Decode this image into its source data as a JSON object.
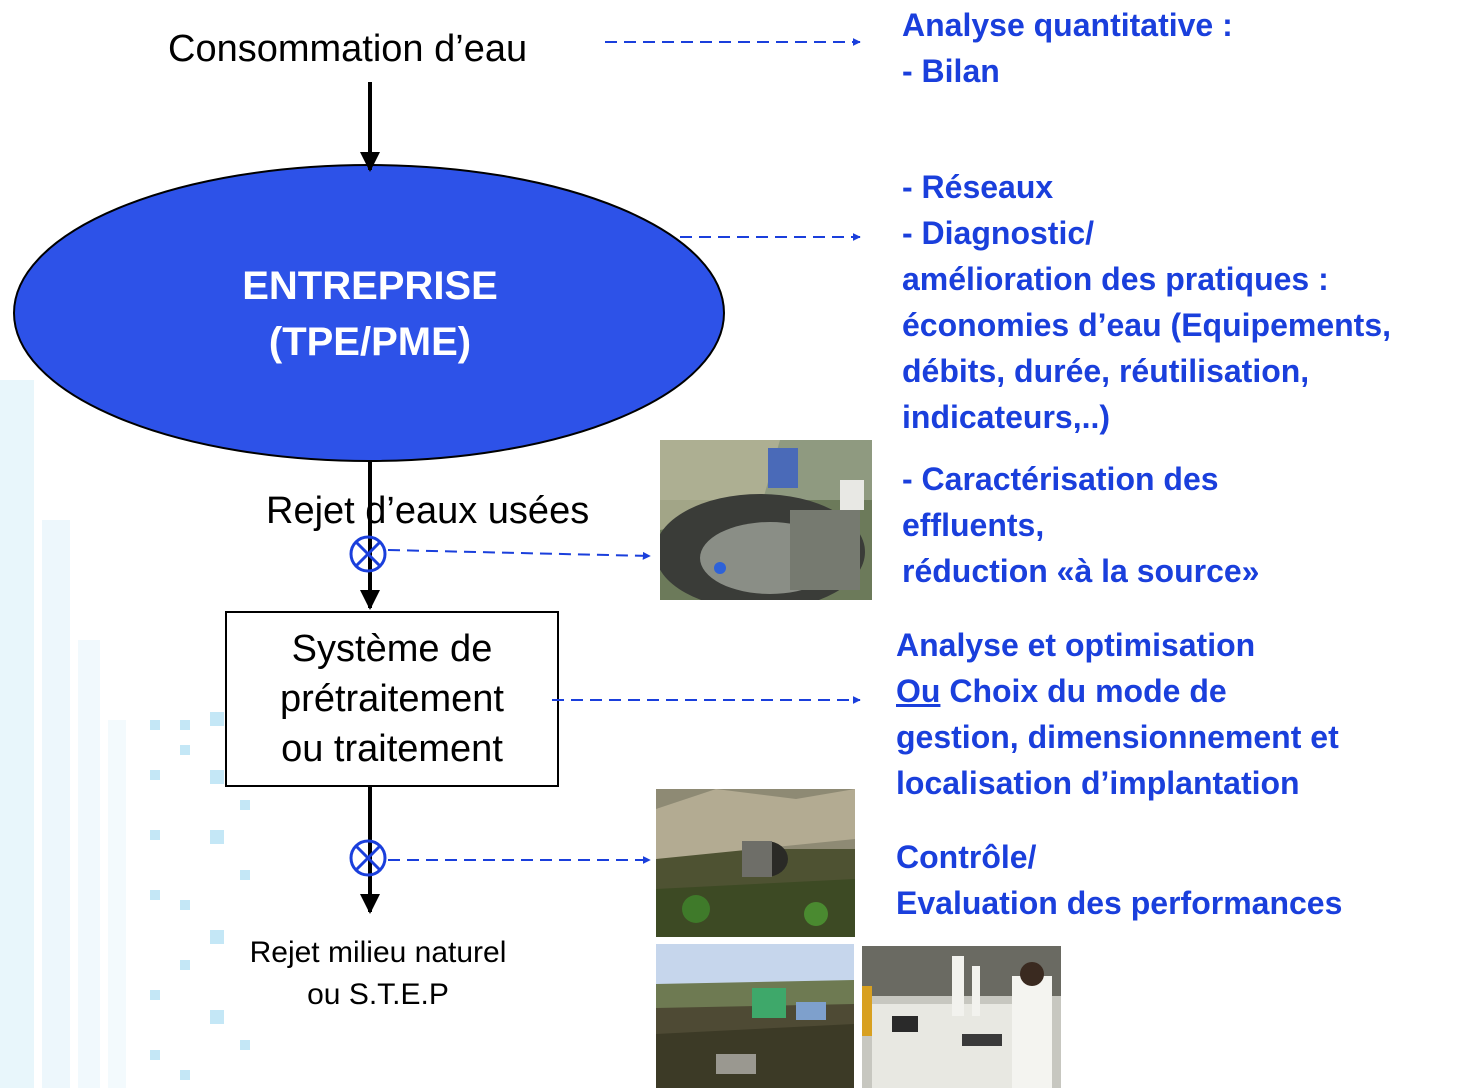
{
  "consumption_label": "Consommation d’eau",
  "company": {
    "line1": "ENTREPRISE",
    "line2": "(TPE/PME)"
  },
  "wastewater_label": "Rejet d’eaux usées",
  "treatment": {
    "line1": "Système de",
    "line2": "prétraitement",
    "line3": "ou traitement"
  },
  "discharge": {
    "line1": "Rejet milieu naturel",
    "line2": "ou S.T.E.P"
  },
  "notes": {
    "quantitative": {
      "line1": "Analyse quantitative :",
      "line2": "- Bilan"
    },
    "networks": {
      "line1": "- Réseaux",
      "line2": "- Diagnostic/",
      "line3": "amélioration des pratiques :",
      "line4": "économies d’eau (Equipements,",
      "line5": "débits, durée, réutilisation,",
      "line6": "indicateurs,..)"
    },
    "effluents": {
      "line1": "- Caractérisation des",
      "line2": "effluents,",
      "line3": "réduction «à la source»"
    },
    "optimisation": {
      "line1": "Analyse et optimisation",
      "line2_underlined": "Ou",
      "line2_rest": " Choix du mode de",
      "line3": "gestion, dimensionnement et",
      "line4": "localisation d’implantation"
    },
    "control": {
      "line1": "Contrôle/",
      "line2": "Evaluation des performances"
    }
  },
  "colors": {
    "ellipse_fill": "#2d52e8",
    "note_text": "#1a3fdc",
    "dashed_arrow": "#1a3fdc",
    "flow_arrow": "#000000",
    "sampling_symbol": "#1a3fdc"
  }
}
